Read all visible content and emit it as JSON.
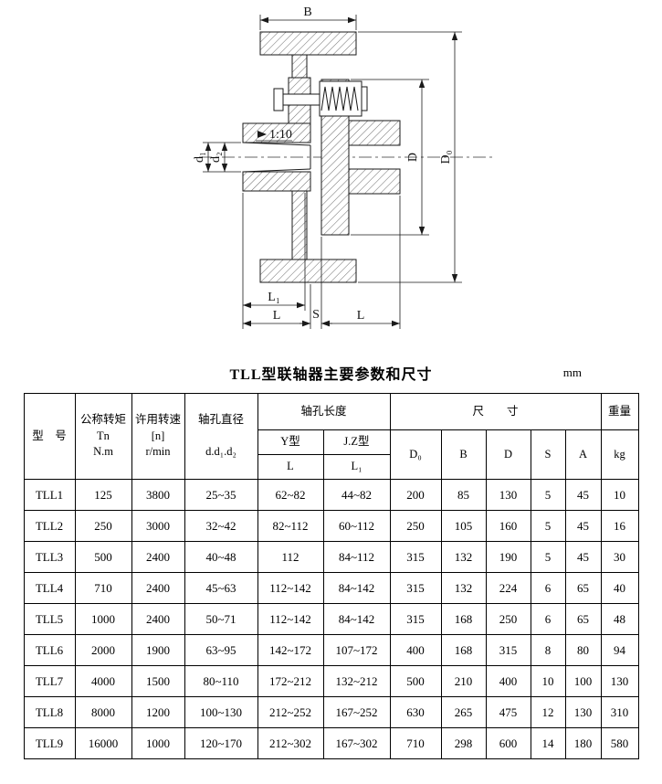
{
  "drawing": {
    "labels": {
      "B": "B",
      "d1": "d₁",
      "d2": "d₂",
      "taper": "1:10",
      "D": "D",
      "D0": "D₀",
      "L1": "L₁",
      "L_left": "L",
      "S": "S",
      "L_right": "L"
    }
  },
  "table": {
    "title": "TLL型联轴器主要参数和尺寸",
    "unit": "mm",
    "header": {
      "model": "型　号",
      "torque": [
        "公称转矩",
        "Tn",
        "N.m"
      ],
      "speed": [
        "许用转速",
        "[n]",
        "r/min"
      ],
      "bore_diameter": [
        "轴孔直径",
        "d.d₁.d₂"
      ],
      "bore_length": "轴孔长度",
      "y_type": "Y型",
      "jz_type": "J.Z型",
      "col_L": "L",
      "col_L1": "L₁",
      "dimensions": "尺　　寸",
      "dim_cols": [
        "D₀",
        "B",
        "D",
        "S",
        "A"
      ],
      "weight": "重量",
      "weight_unit": "kg"
    },
    "column_keys": [
      "model",
      "torque",
      "speed",
      "bore_diameter",
      "L",
      "L1",
      "D0",
      "B",
      "D",
      "S",
      "A",
      "weight"
    ],
    "rows": [
      [
        "TLL1",
        "125",
        "3800",
        "25~35",
        "62~82",
        "44~82",
        "200",
        "85",
        "130",
        "5",
        "45",
        "10"
      ],
      [
        "TLL2",
        "250",
        "3000",
        "32~42",
        "82~112",
        "60~112",
        "250",
        "105",
        "160",
        "5",
        "45",
        "16"
      ],
      [
        "TLL3",
        "500",
        "2400",
        "40~48",
        "112",
        "84~112",
        "315",
        "132",
        "190",
        "5",
        "45",
        "30"
      ],
      [
        "TLL4",
        "710",
        "2400",
        "45~63",
        "112~142",
        "84~142",
        "315",
        "132",
        "224",
        "6",
        "65",
        "40"
      ],
      [
        "TLL5",
        "1000",
        "2400",
        "50~71",
        "112~142",
        "84~142",
        "315",
        "168",
        "250",
        "6",
        "65",
        "48"
      ],
      [
        "TLL6",
        "2000",
        "1900",
        "63~95",
        "142~172",
        "107~172",
        "400",
        "168",
        "315",
        "8",
        "80",
        "94"
      ],
      [
        "TLL7",
        "4000",
        "1500",
        "80~110",
        "172~212",
        "132~212",
        "500",
        "210",
        "400",
        "10",
        "100",
        "130"
      ],
      [
        "TLL8",
        "8000",
        "1200",
        "100~130",
        "212~252",
        "167~252",
        "630",
        "265",
        "475",
        "12",
        "130",
        "310"
      ],
      [
        "TLL9",
        "16000",
        "1000",
        "120~170",
        "212~302",
        "167~302",
        "710",
        "298",
        "600",
        "14",
        "180",
        "580"
      ]
    ]
  }
}
